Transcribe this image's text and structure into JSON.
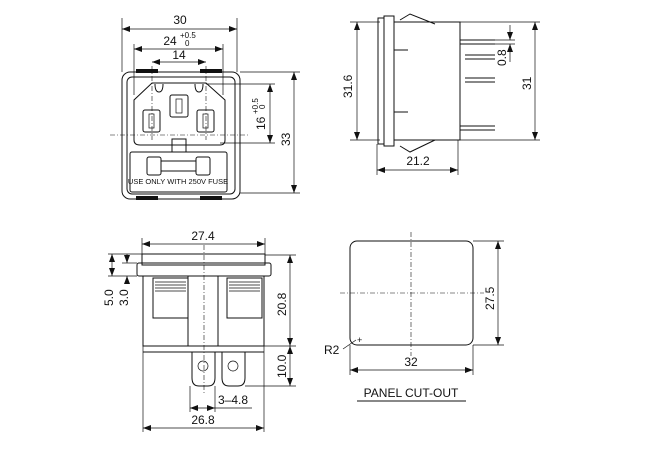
{
  "front_view": {
    "dim_width_outer": "30",
    "dim_width_inner": "24",
    "dim_width_inner_tol_upper": "+0.5",
    "dim_width_inner_tol_lower": "0",
    "dim_pin_spacing": "14",
    "dim_inner_height": "16",
    "dim_inner_height_tol_upper": "+0.5",
    "dim_inner_height_tol_lower": "0",
    "dim_height": "33",
    "fuse_label": "USE ONLY WITH 250V FUSE"
  },
  "side_view": {
    "dim_flange_height": "31.6",
    "dim_body_height": "31",
    "dim_pin_thickness": "0.8",
    "dim_depth": "21.2"
  },
  "bottom_view": {
    "dim_flange_width": "27.4",
    "dim_flange_offset": "5.0",
    "dim_flange_thickness": "3.0",
    "dim_body_height": "20.8",
    "dim_terminal_length": "10.0",
    "dim_terminal_width": "3–4.8",
    "dim_body_width": "26.8"
  },
  "panel_cutout": {
    "dim_height": "27.5",
    "dim_width": "32",
    "dim_radius": "R2",
    "title": "PANEL CUT-OUT"
  }
}
